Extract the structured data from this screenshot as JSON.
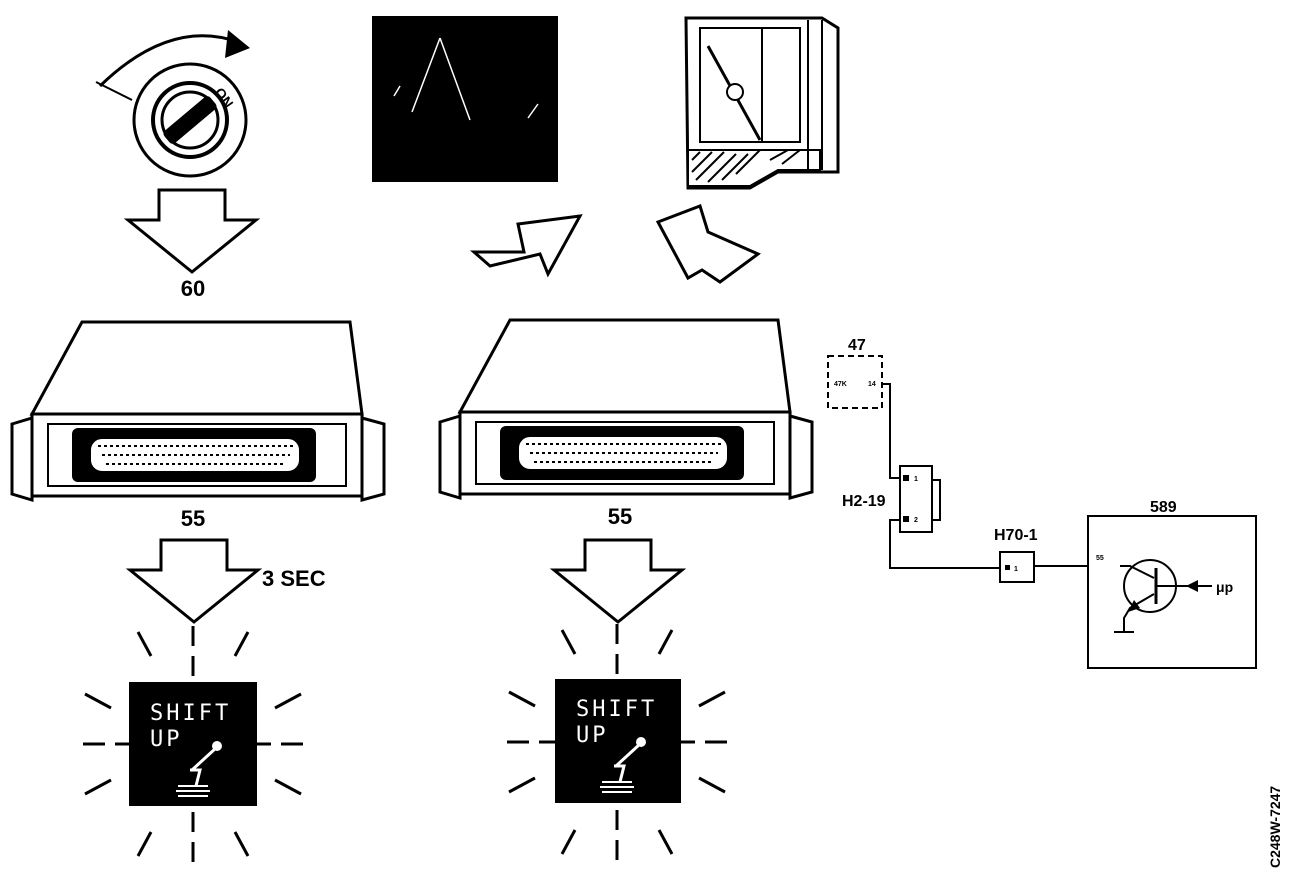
{
  "ignition": {
    "on_label": "ON"
  },
  "labels": {
    "relay_60": "60",
    "ecu_left": "55",
    "ecu_right": "55",
    "delay": "3 SEC"
  },
  "lamp": {
    "line1": "SHIFT",
    "line2": "UP"
  },
  "circuit": {
    "comp_47": "47",
    "comp_47_pin_left": "47K",
    "comp_47_pin_right": "14",
    "conn_h2": "H2-19",
    "conn_h2_pin_top": "1",
    "conn_h2_pin_bottom": "2",
    "conn_h70": "H70-1",
    "conn_h70_pin": "1",
    "comp_589": "589",
    "comp_589_pin": "55",
    "mu_p": "μp"
  },
  "figure_ref": "C248W-7247"
}
